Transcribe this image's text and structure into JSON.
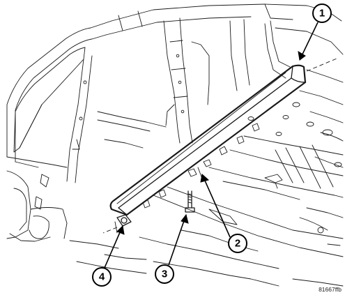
{
  "callouts": [
    {
      "id": "callout-1",
      "label": "1"
    },
    {
      "id": "callout-2",
      "label": "2"
    },
    {
      "id": "callout-3",
      "label": "3"
    },
    {
      "id": "callout-4",
      "label": "4"
    }
  ],
  "figure_code": "81667ffb",
  "colors": {
    "line": "#1a1a1a",
    "background": "#ffffff"
  }
}
